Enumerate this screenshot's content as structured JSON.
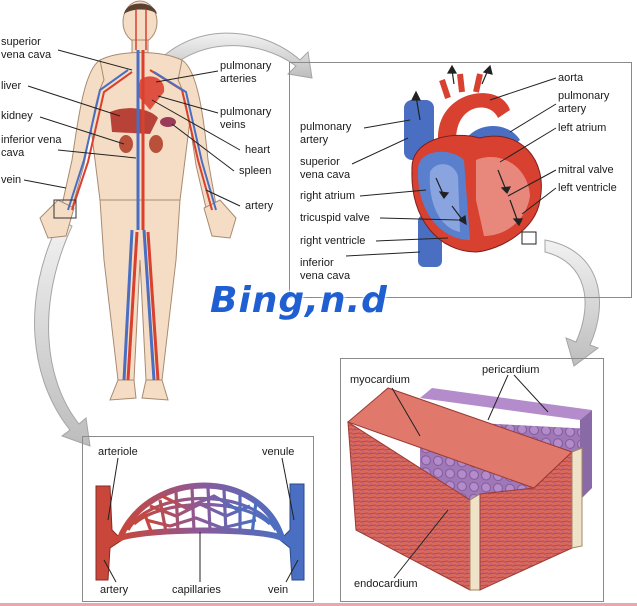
{
  "body_labels": {
    "superior_vena_cava": "superior vena cava",
    "liver": "liver",
    "kidney": "kidney",
    "inferior_vena_cava": "inferior vena cava",
    "vein": "vein",
    "pulmonary_arteries": "pulmonary arteries",
    "pulmonary_veins": "pulmonary veins",
    "heart": "heart",
    "spleen": "spleen",
    "artery": "artery"
  },
  "heart_labels": {
    "pulmonary_artery_left": "pulmonary artery",
    "superior_vena_cava": "superior vena cava",
    "right_atrium": "right atrium",
    "tricuspid_valve": "tricuspid valve",
    "right_ventricle": "right ventricle",
    "inferior_vena_cava": "inferior vena cava",
    "aorta": "aorta",
    "pulmonary_artery_right": "pulmonary artery",
    "left_atrium": "left atrium",
    "mitral_valve": "mitral valve",
    "left_ventricle": "left ventricle"
  },
  "capillary_labels": {
    "arteriole": "arteriole",
    "venule": "venule",
    "artery": "artery",
    "capillaries": "capillaries",
    "vein": "vein"
  },
  "tissue_labels": {
    "myocardium": "myocardium",
    "pericardium": "pericardium",
    "endocardium": "endocardium"
  },
  "watermark": "Bing,n.d",
  "colors": {
    "artery_red": "#d8402f",
    "vein_blue": "#4a6fc2",
    "muscle": "#d9685f",
    "pericardium": "#9b6fb0",
    "skin": "#f4ddc4",
    "panel_border": "#8a8a8a"
  }
}
